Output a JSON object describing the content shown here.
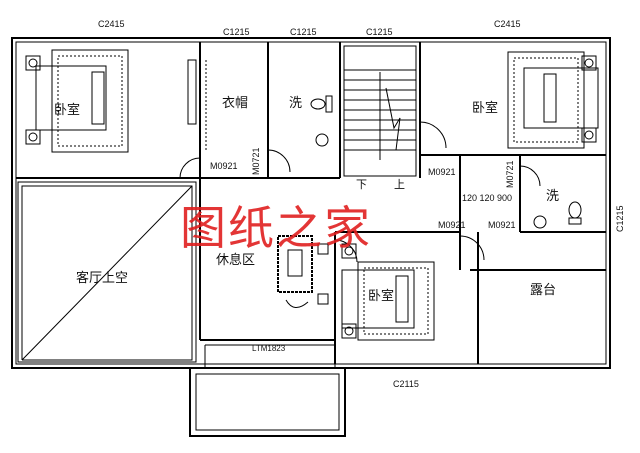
{
  "floor_plan": {
    "windows": {
      "top_left": "C2415",
      "top_mid_1": "C1215",
      "top_mid_2": "C1215",
      "top_mid_3": "C1215",
      "top_right": "C2415",
      "right_side": "C1215",
      "bottom": "C2115",
      "balcony": "LTM1823"
    },
    "doors": {
      "closet": "M0721",
      "bedroom_left": "M0921",
      "bedroom_right": "M0921",
      "bath_right": "M0721",
      "bedroom_mid": "M0921",
      "bath_right_lower": "M0921"
    },
    "rooms": {
      "bedroom_left": "卧室",
      "closet": "衣帽",
      "bath_mid": "洗",
      "bedroom_right": "卧室",
      "bath_right": "洗",
      "living_void": "客厅上空",
      "lounge": "休息区",
      "bedroom_mid": "卧室",
      "terrace": "露台"
    },
    "stairs": {
      "down": "下",
      "up": "上"
    },
    "dims_row": "120 120 900"
  },
  "watermark": "图纸之家"
}
